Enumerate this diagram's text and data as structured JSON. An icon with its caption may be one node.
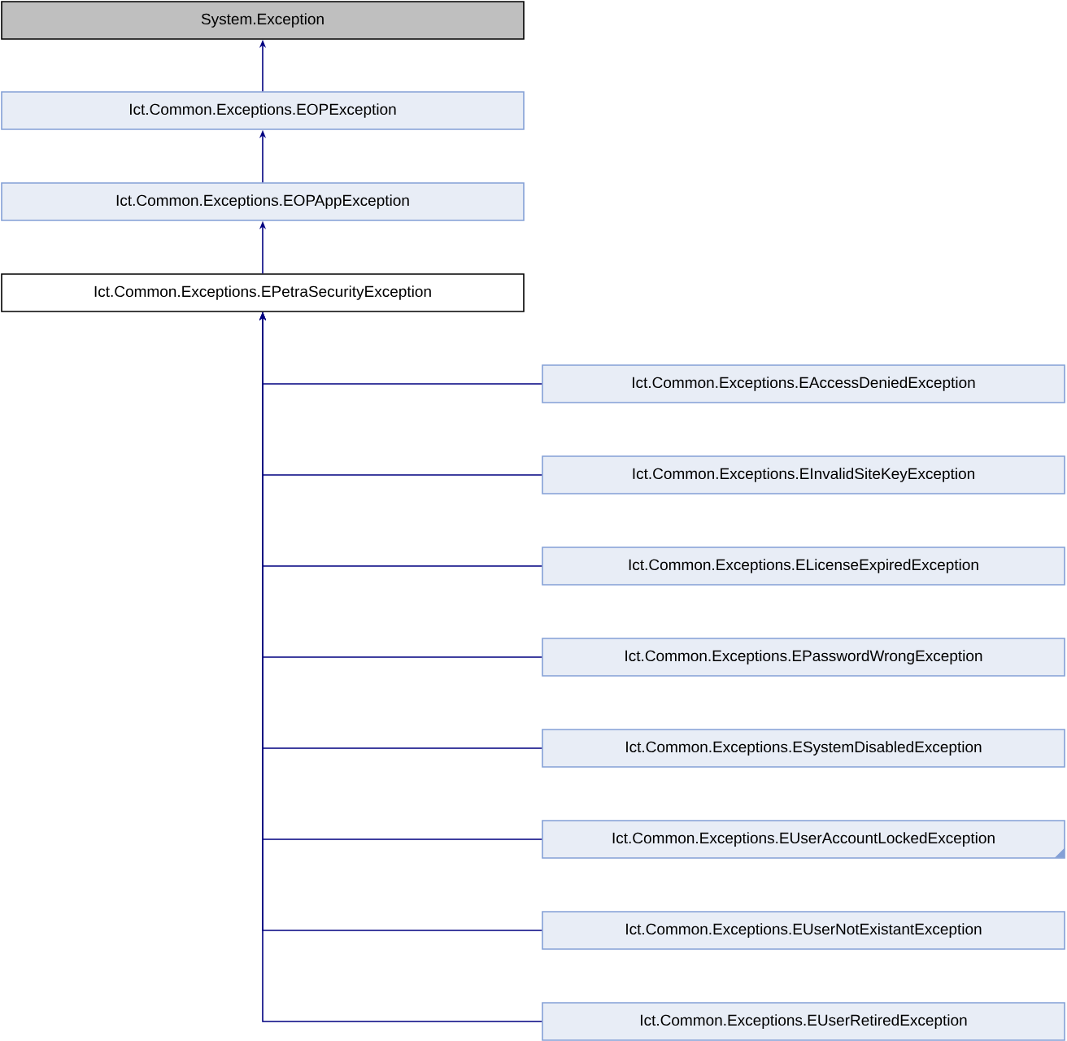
{
  "diagram": {
    "nodes": [
      {
        "text": [
          "System.Exception"
        ]
      },
      {
        "text": [
          "Ict.Common.Exceptions.EOPException"
        ]
      },
      {
        "text": [
          "Ict.Common.Exceptions.EOPAppException"
        ]
      },
      {
        "text": [
          "Ict.Common.Exceptions.EPetraSecurityException"
        ]
      },
      {
        "text": [
          "Ict.Common.Exceptions.EAccessDeniedException"
        ]
      },
      {
        "text": [
          "Ict.Common.Exceptions.EInvalidSiteKeyException"
        ]
      },
      {
        "text": [
          "Ict.Common.Exceptions.ELicenseExpiredException"
        ]
      },
      {
        "text": [
          "Ict.Common.Exceptions.EPasswordWrongException"
        ]
      },
      {
        "text": [
          "Ict.Common.Exceptions.ESystemDisabledException"
        ]
      },
      {
        "text": [
          "Ict.Common.Exceptions.EUserAccountLockedException"
        ]
      },
      {
        "text": [
          "Ict.Common.Exceptions.EUserNotExistantException"
        ]
      },
      {
        "text": [
          "Ict.Common.Exceptions.EUserRetiredException"
        ]
      }
    ],
    "edges": [
      {
        "from": 1,
        "to": 0,
        "arrow": "to"
      },
      {
        "from": 2,
        "to": 1,
        "arrow": "to"
      },
      {
        "from": 3,
        "to": 2,
        "arrow": "to"
      },
      {
        "from": 4,
        "to": 3,
        "arrow": "to"
      },
      {
        "from": 5,
        "to": 3,
        "arrow": "to"
      },
      {
        "from": 6,
        "to": 3,
        "arrow": "to"
      },
      {
        "from": 7,
        "to": 3,
        "arrow": "to"
      },
      {
        "from": 8,
        "to": 3,
        "arrow": "to"
      },
      {
        "from": 9,
        "to": 3,
        "arrow": "to"
      },
      {
        "from": 10,
        "to": 3,
        "arrow": "to"
      },
      {
        "from": 11,
        "to": 3,
        "arrow": "to"
      }
    ]
  }
}
